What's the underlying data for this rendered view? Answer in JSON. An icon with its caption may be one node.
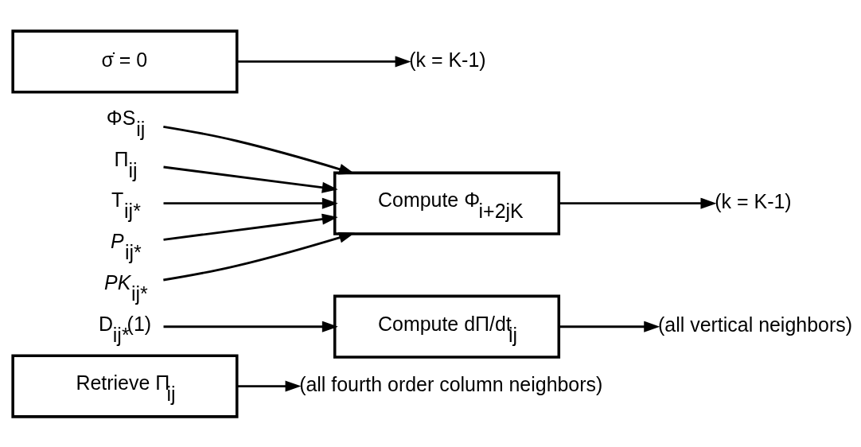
{
  "diagram": {
    "nodes": [
      {
        "text": [
          "Retrieve Π$_{ij}$"
        ]
      },
      {
        "text": [
          "(all fourth order column neighbors)"
        ]
      },
      {
        "text": [
          "D$_{ij*}$(1)"
        ]
      },
      {
        "text": [
          "Compute dΠ/dt$_{ij}$"
        ]
      },
      {
        "text": [
          "(all vertical neighbors)"
        ]
      },
      {
        "text": [
          "ΦS$_{ij}$"
        ]
      },
      {
        "text": [
          "Π$_{ij}$"
        ]
      },
      {
        "text": [
          "T$_{ij*}$"
        ]
      },
      {
        "text": [
          "*P*$_{ij*}$"
        ]
      },
      {
        "text": [
          "*PK*$_{ij*}$"
        ]
      },
      {
        "text": [
          "Compute Φ$_{i+2jK}$"
        ]
      },
      {
        "text": [
          "(k = K-1)"
        ]
      },
      {
        "text": [
          "σ̇ = 0"
        ]
      },
      {
        "text": [
          "(k = K-1)"
        ]
      }
    ],
    "edges": [
      {
        "from": 0,
        "to": 1,
        "arrow": "to"
      },
      {
        "from": 2,
        "to": 3,
        "arrow": "to"
      },
      {
        "from": 3,
        "to": 4,
        "arrow": "to"
      },
      {
        "from": 5,
        "to": 10,
        "arrow": "to"
      },
      {
        "from": 6,
        "to": 10,
        "arrow": "to"
      },
      {
        "from": 7,
        "to": 10,
        "arrow": "to"
      },
      {
        "from": 8,
        "to": 10,
        "arrow": "to"
      },
      {
        "from": 9,
        "to": 10,
        "arrow": "to"
      },
      {
        "from": 10,
        "to": 11,
        "arrow": "to"
      },
      {
        "from": 12,
        "to": 13,
        "arrow": "to"
      }
    ]
  }
}
